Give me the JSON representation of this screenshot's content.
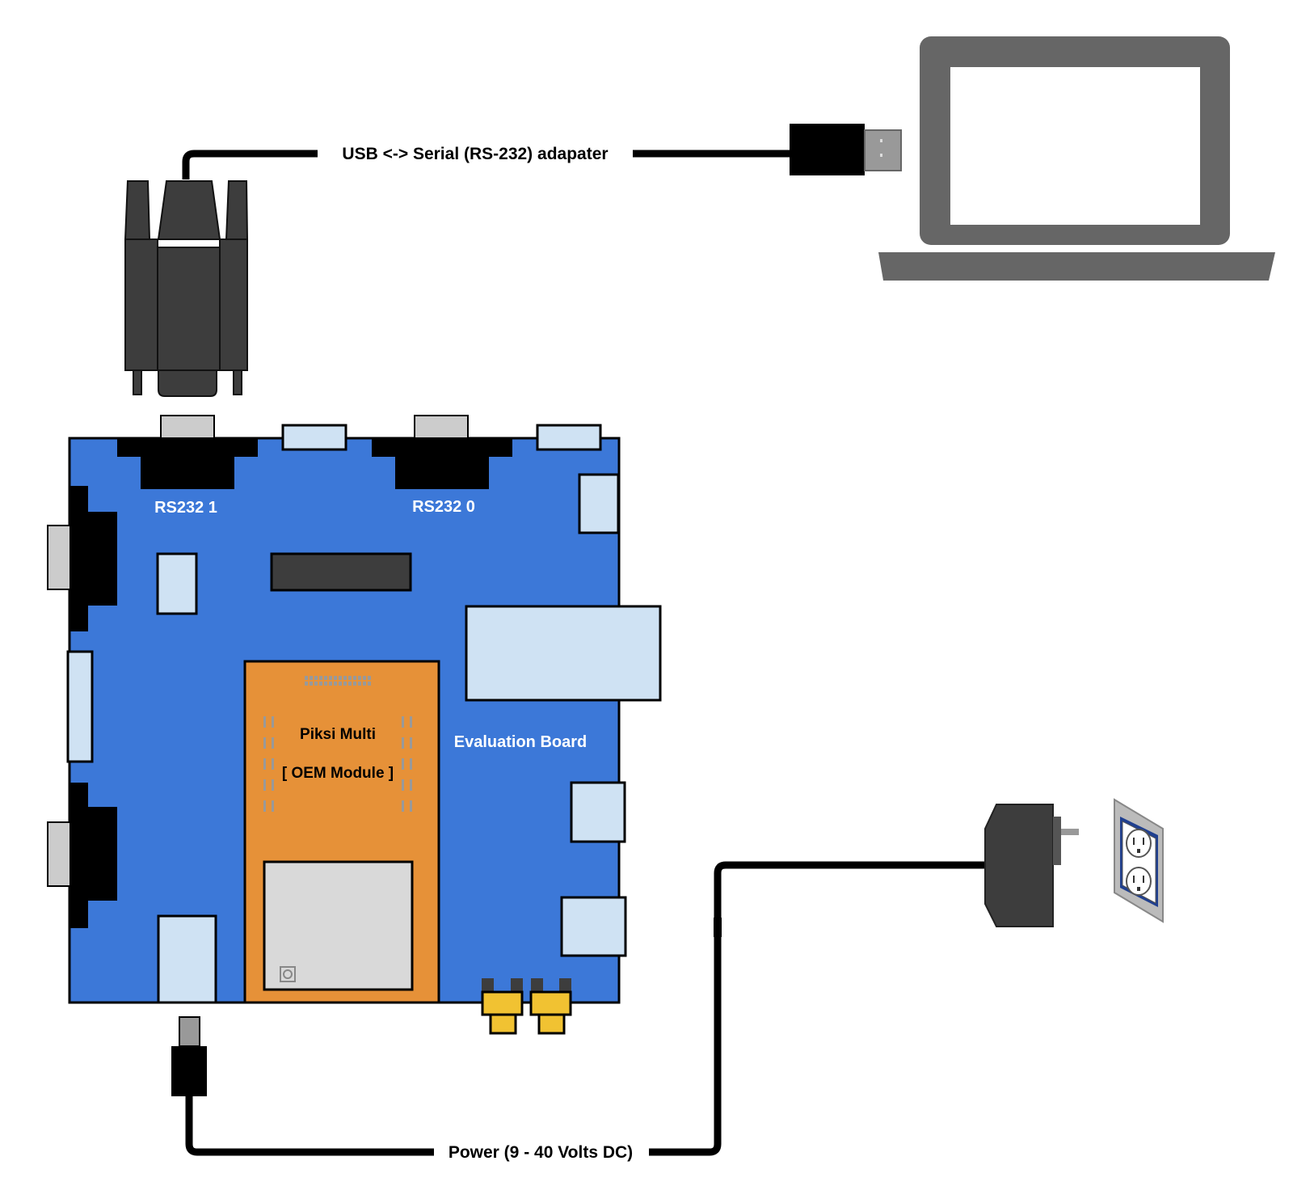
{
  "labels": {
    "usb_cable": "USB <-> Serial (RS-232) adapater",
    "rs232_1": "RS232 1",
    "rs232_0": "RS232 0",
    "module_name": "Piksi Multi",
    "module_type": "[ OEM Module ]",
    "board": "Evaluation Board",
    "power_cable": "Power (9 - 40 Volts DC)"
  },
  "colors": {
    "board": "#3c78d8",
    "module": "#e69138",
    "connector_light": "#cfe2f3",
    "laptop": "#666666",
    "sma_gold": "#f1c232",
    "cable": "#000000"
  },
  "icons": [
    "db9-connector-icon",
    "usb-plug-icon",
    "laptop-icon",
    "power-adapter-icon",
    "wall-outlet-icon"
  ]
}
